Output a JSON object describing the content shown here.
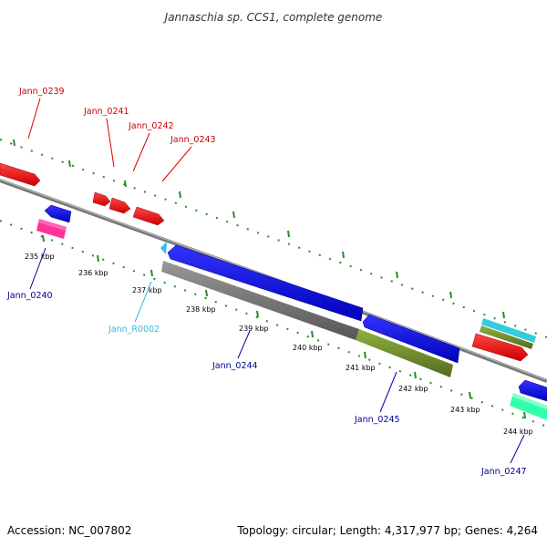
{
  "header": {
    "title": "Jannaschia sp. CCS1, complete genome"
  },
  "footer": {
    "accession": "Accession: NC_007802",
    "topology": "Topology: circular; Length: 4,317,977 bp; Genes: 4,264"
  },
  "scale": {
    "kbp_labels": [
      "235 kbp",
      "236 kbp",
      "237 kbp",
      "238 kbp",
      "239 kbp",
      "240 kbp",
      "241 kbp",
      "242 kbp",
      "243 kbp",
      "244 kbp"
    ]
  },
  "genes": {
    "jann_0239": "Jann_0239",
    "jann_0241": "Jann_0241",
    "jann_0242": "Jann_0242",
    "jann_0243": "Jann_0243",
    "jann_0240": "Jann_0240",
    "jann_r0002": "Jann_R0002",
    "jann_0244": "Jann_0244",
    "jann_0245": "Jann_0245",
    "jann_0247": "Jann_0247"
  },
  "colors": {
    "forward_gene": "#ff0000",
    "reverse_gene": "#0000ff",
    "rna": "#33ccee",
    "gray_feature": "#777777",
    "olive_feature": "#6b8e23",
    "magenta_feature": "#ff3399",
    "teal_feature": "#33ffaa",
    "backbone": "#888888",
    "ticks": "#2a8a2a"
  }
}
